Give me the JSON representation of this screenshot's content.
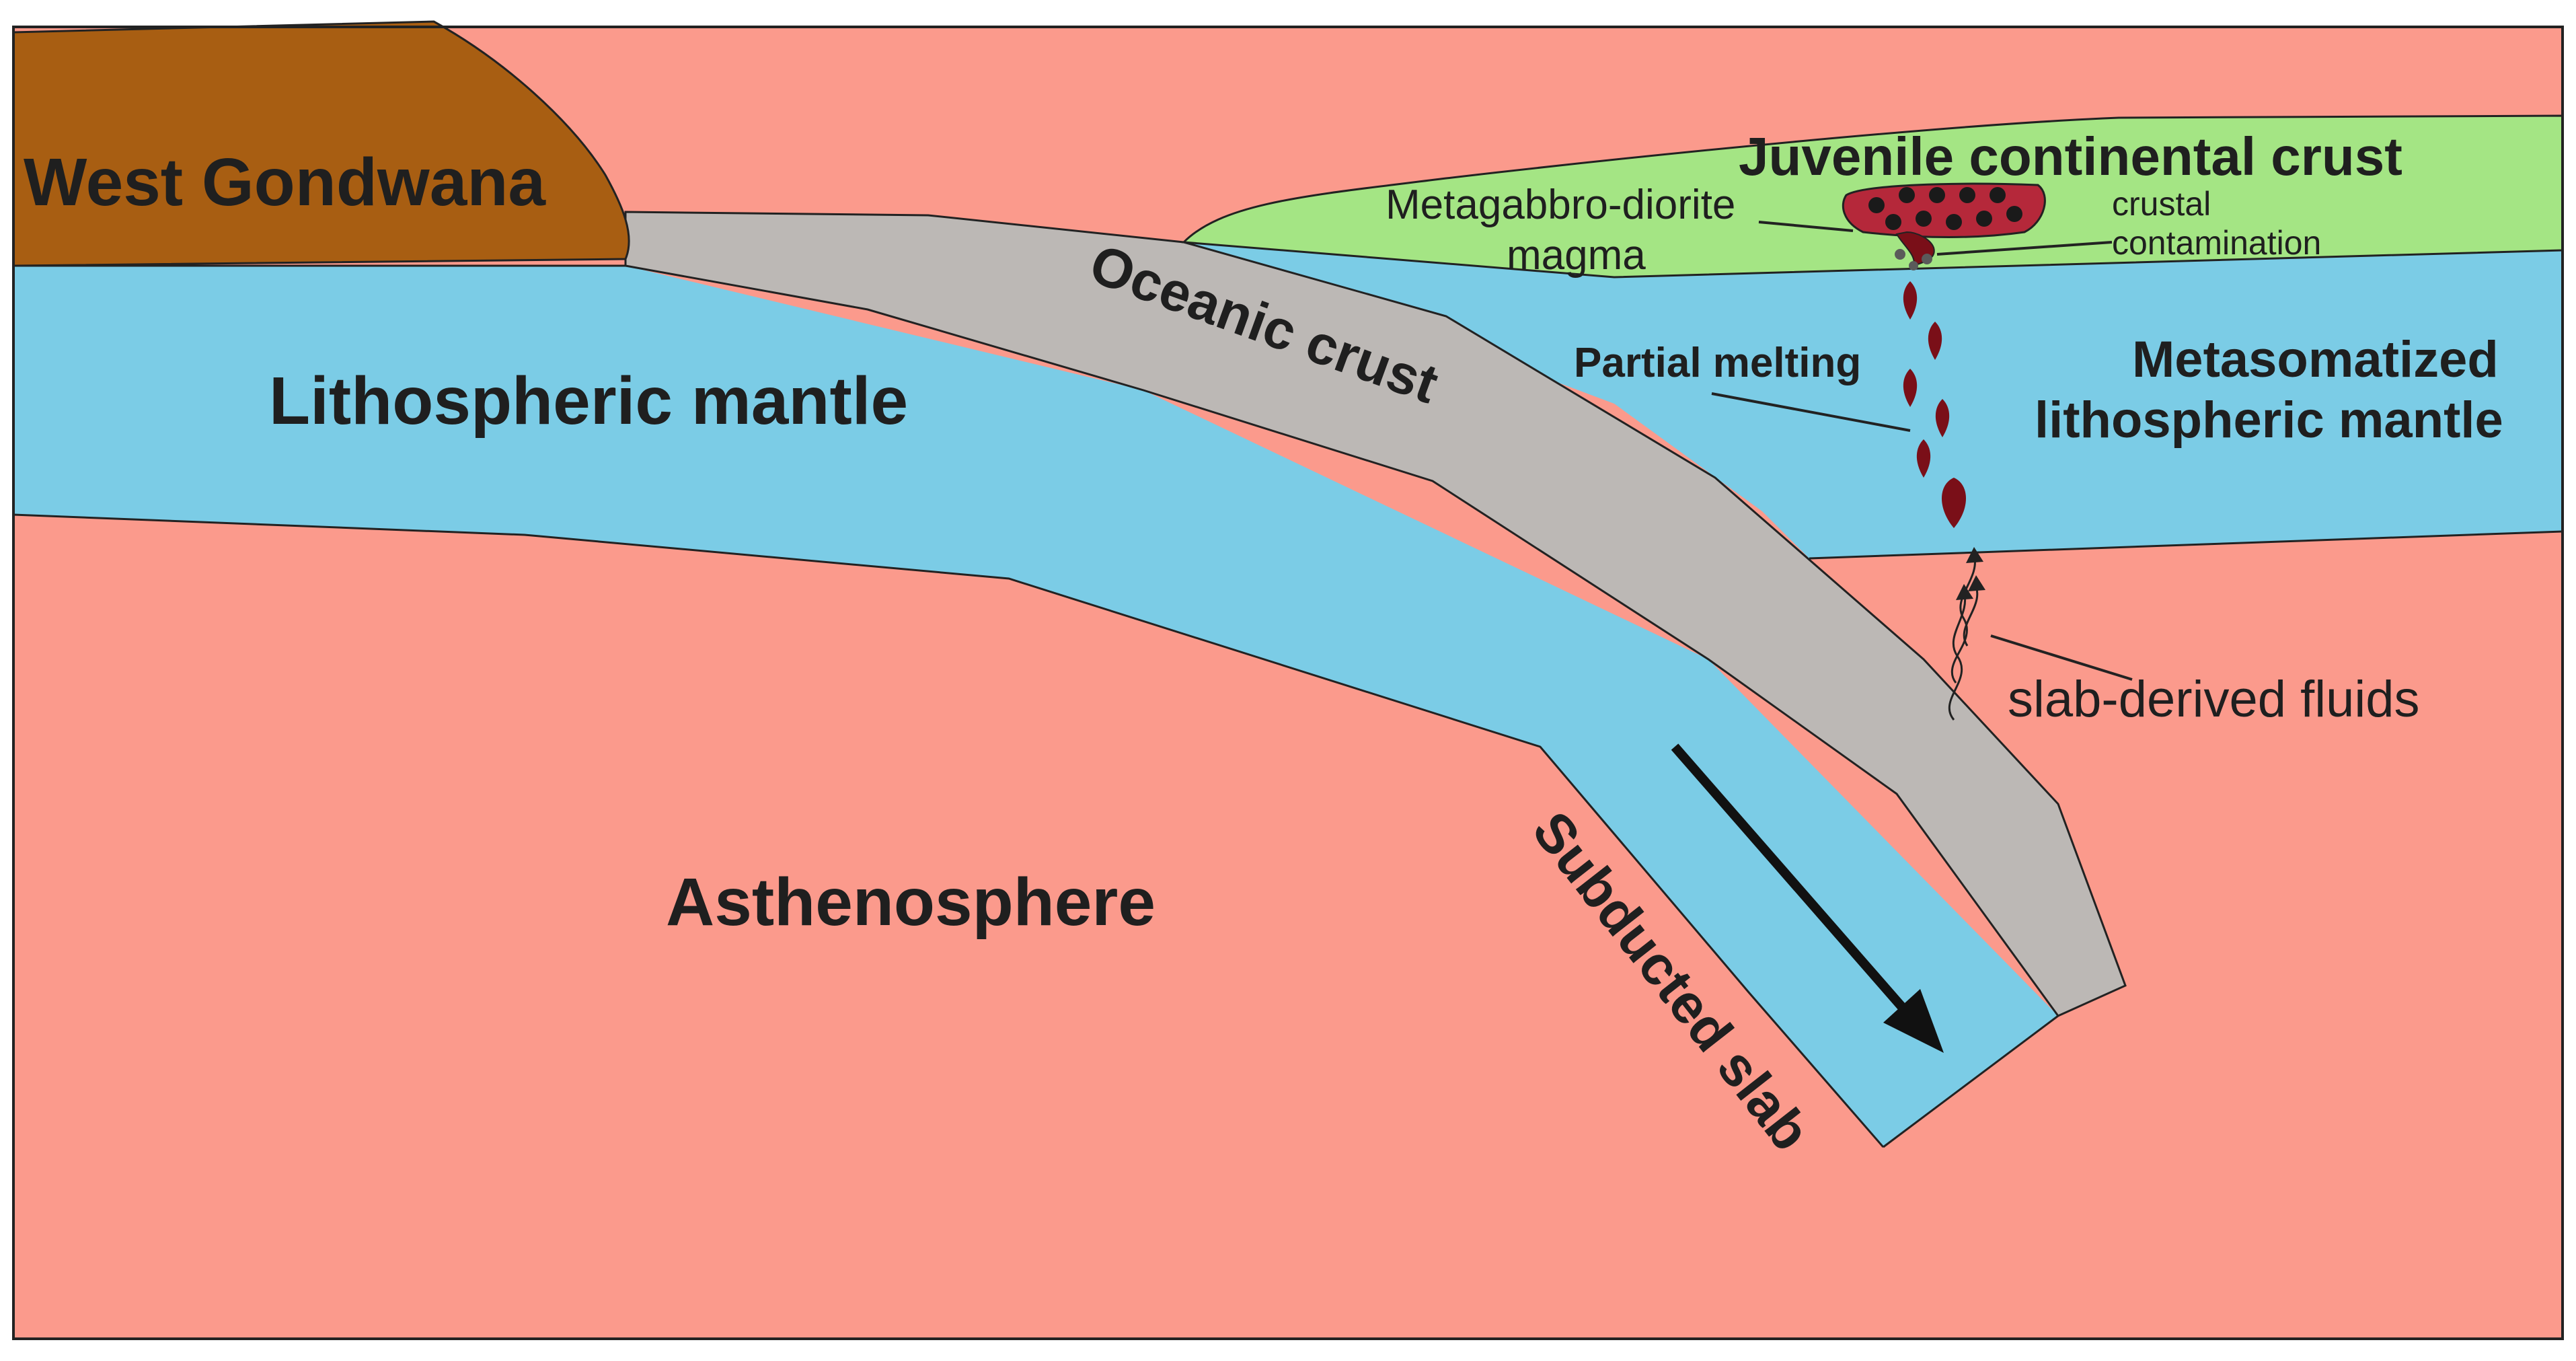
{
  "diagram": {
    "labels": {
      "west_gondwana": "West Gondwana",
      "lithospheric_mantle": "Lithospheric mantle",
      "asthenosphere": "Asthenosphere",
      "oceanic_crust": "Oceanic crust",
      "subducted_slab": "Subducted slab",
      "juvenile_continental_crust": "Juvenile continental crust",
      "metagabbro_line1": "Metagabbro-diorite",
      "metagabbro_line2": "magma",
      "crustal_line1": "crustal",
      "crustal_line2": "contamination",
      "partial_melting": "Partial melting",
      "metasomatized_line1": "Metasomatized",
      "metasomatized_line2": "lithospheric mantle",
      "slab_fluids": "slab-derived fluids"
    },
    "colors": {
      "west_gondwana": "#a85e12",
      "oceanic_crust": "#bcb8b5",
      "lithospheric_mantle": "#7bcce6",
      "asthenosphere": "#fb9a8c",
      "juvenile_crust": "#a4e584",
      "magma": "#b5283a",
      "melt_drop": "#7a0f18",
      "outline": "#222222"
    }
  }
}
